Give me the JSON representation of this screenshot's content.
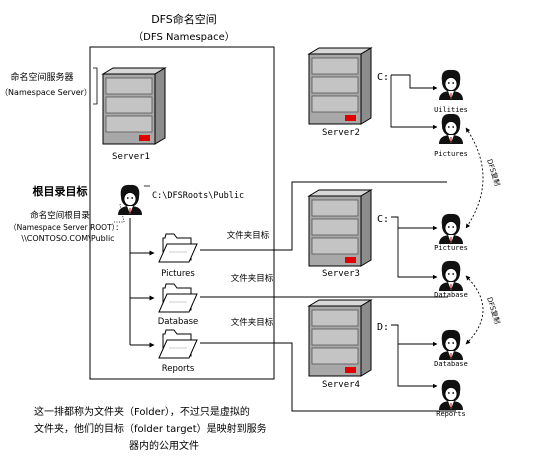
{
  "namespace": {
    "title": "DFS命名空间",
    "subtitle": "（DFS Namespace）"
  },
  "namespace_server": {
    "label_cn": "命名空间服务器",
    "label_en": "（Namespace Server）",
    "name": "Server1"
  },
  "root_target": {
    "heading": "根目录目标",
    "label_cn": "命名空间根目录",
    "label_en": "（Namespace Server ROOT）：",
    "path": "\\\\CONTOSO.COM\\Public",
    "local_path": "C:\\DFSRoots\\Public"
  },
  "folders": [
    {
      "name": "Pictures",
      "target_label": "文件夹目标"
    },
    {
      "name": "Database",
      "target_label": "文件夹目标"
    },
    {
      "name": "Reports",
      "target_label": "文件夹目标"
    }
  ],
  "servers": [
    {
      "name": "Server2",
      "drive": "C:",
      "shares": [
        "Uilities",
        "Pictures"
      ]
    },
    {
      "name": "Server3",
      "drive": "C:",
      "shares": [
        "Pictures",
        "Database"
      ]
    },
    {
      "name": "Server4",
      "drive": "D:",
      "shares": [
        "Database",
        "Reports"
      ]
    }
  ],
  "replication": {
    "label1": "DFS复制",
    "label2": "DFS复制"
  },
  "footnote": {
    "line1": "这一排都称为文件夹（Folder），不过只是虚拟的",
    "line2": "文件夹，他们的目标（folder target）是映射到服务",
    "line3": "器内的公用文件"
  },
  "colors": {
    "server_body": "#a8a8a8",
    "server_light": "#c8c8c8",
    "led": "#e00000",
    "line": "#000000"
  }
}
